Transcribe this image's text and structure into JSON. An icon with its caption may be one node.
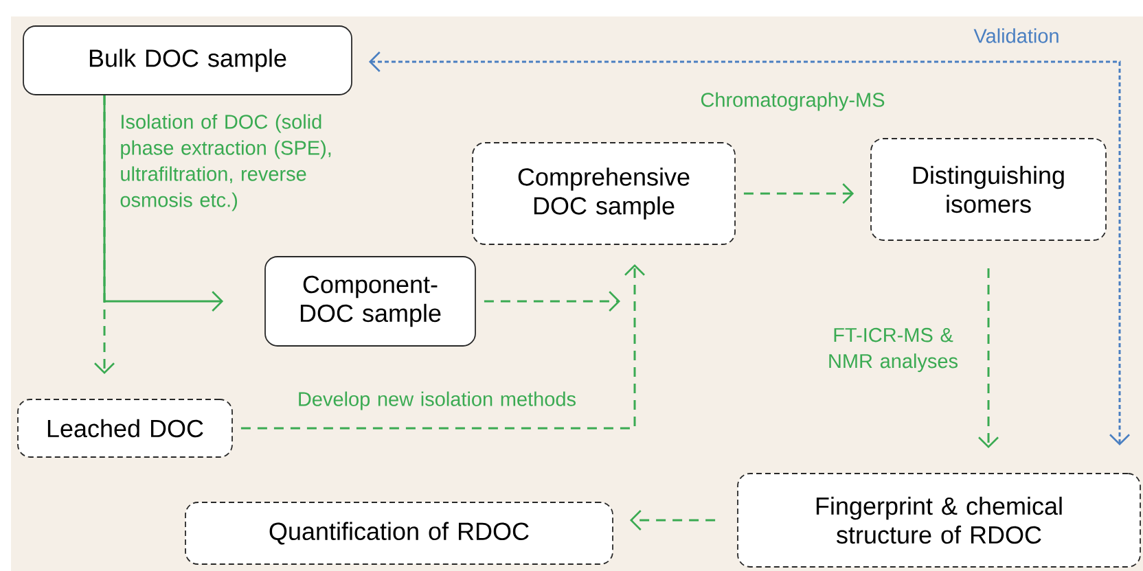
{
  "diagram": {
    "nodes": [
      {
        "text": [
          "Bulk DOC sample"
        ]
      },
      {
        "text": [
          "Comprehensive DOC sample"
        ]
      },
      {
        "text": [
          "Distinguishing isomers"
        ]
      },
      {
        "text": [
          "Component-DOC sample"
        ]
      },
      {
        "text": [
          "Leached DOC"
        ]
      },
      {
        "text": [
          "Quantification of RDOC"
        ]
      },
      {
        "text": [
          "Fingerprint & chemical structure of RDOC"
        ]
      }
    ],
    "edges": [
      {
        "from": 0,
        "to": 3,
        "arrow": "to",
        "label": "Isolation of DOC (solid phase extraction (SPE), ultrafiltration, reverse osmosis etc.)"
      },
      {
        "from": 0,
        "to": 4,
        "arrow": "to",
        "style": "dashed"
      },
      {
        "from": 3,
        "to": 1,
        "arrow": "to",
        "style": "dashed"
      },
      {
        "from": 4,
        "to": 1,
        "arrow": "to",
        "style": "dashed",
        "label": "Develop new isolation methods"
      },
      {
        "from": 1,
        "to": 2,
        "arrow": "to",
        "style": "dashed",
        "label": "Chromatography-MS"
      },
      {
        "from": 2,
        "to": 6,
        "arrow": "to",
        "style": "dashed",
        "label": "FT-ICR-MS & NMR analyses"
      },
      {
        "from": 6,
        "to": 5,
        "arrow": "to",
        "style": "dashed"
      },
      {
        "from": 6,
        "to": 0,
        "arrow": "both",
        "style": "dashed",
        "color": "#4a7fc1",
        "label": "Validation"
      }
    ]
  }
}
